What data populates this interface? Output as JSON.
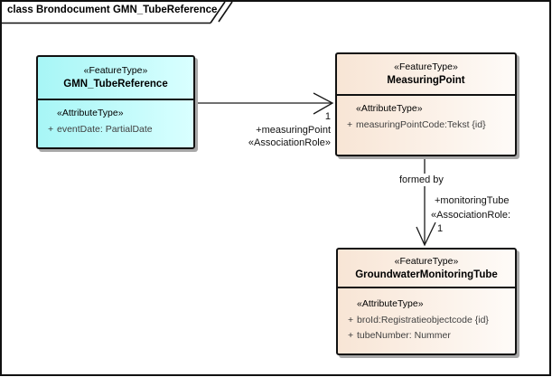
{
  "frame": {
    "title": "class Brondocument GMN_TubeReference"
  },
  "classes": [
    {
      "stereotype": "«FeatureType»",
      "name": "GMN_TubeReference",
      "attr_stereotype": "«AttributeType»",
      "attributes": [
        {
          "visibility": "+",
          "text": "eventDate: PartialDate"
        }
      ],
      "fill_from": "#a7f6f6",
      "fill_to": "#d9ffff"
    },
    {
      "stereotype": "«FeatureType»",
      "name": "MeasuringPoint",
      "attr_stereotype": "«AttributeType»",
      "attributes": [
        {
          "visibility": "+",
          "text": "measuringPointCode:Tekst {id}"
        }
      ],
      "fill_from": "#f8e5d5",
      "fill_to": "#fefbf8"
    },
    {
      "stereotype": "«FeatureType»",
      "name": "GroundwaterMonitoringTube",
      "attr_stereotype": "«AttributeType»",
      "attributes": [
        {
          "visibility": "+",
          "text": "broId:Registratieobjectcode {id}"
        },
        {
          "visibility": "+",
          "text": "tubeNumber: Nummer"
        }
      ],
      "fill_from": "#f8e5d5",
      "fill_to": "#fefbf8"
    }
  ],
  "associations": [
    {
      "multiplicity": "1",
      "role": "+measuringPoint",
      "stereotype": "«AssociationRole»"
    },
    {
      "name": "formed by",
      "role": "+monitoringTube",
      "stereotype": "«AssociationRole:",
      "multiplicity": "1"
    }
  ]
}
